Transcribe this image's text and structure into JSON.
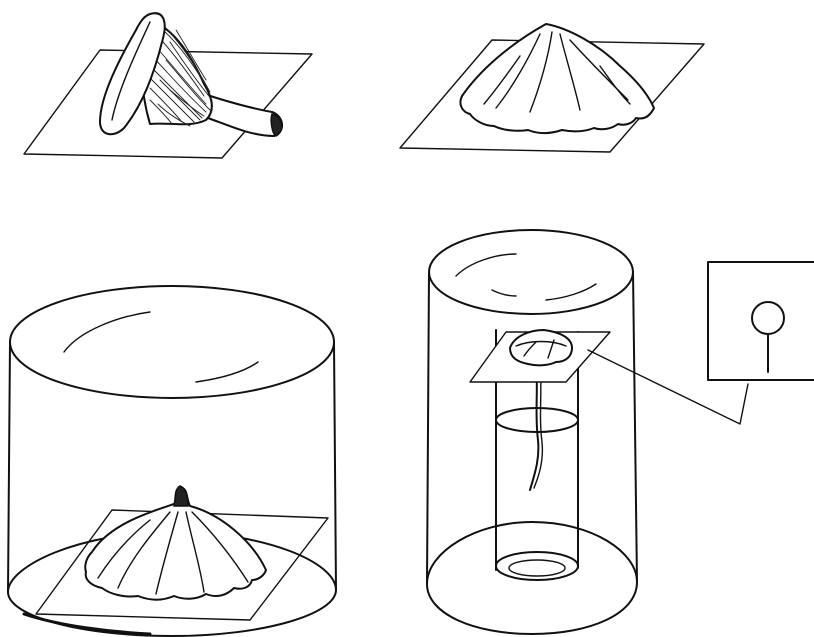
{
  "figure": {
    "panels": [
      "chanterelle-on-paper",
      "cap-on-paper",
      "cap-under-bowl",
      "cap-on-paper-over-jar-of-water"
    ],
    "ink_color": "#111111",
    "background_color": "#ffffff"
  }
}
